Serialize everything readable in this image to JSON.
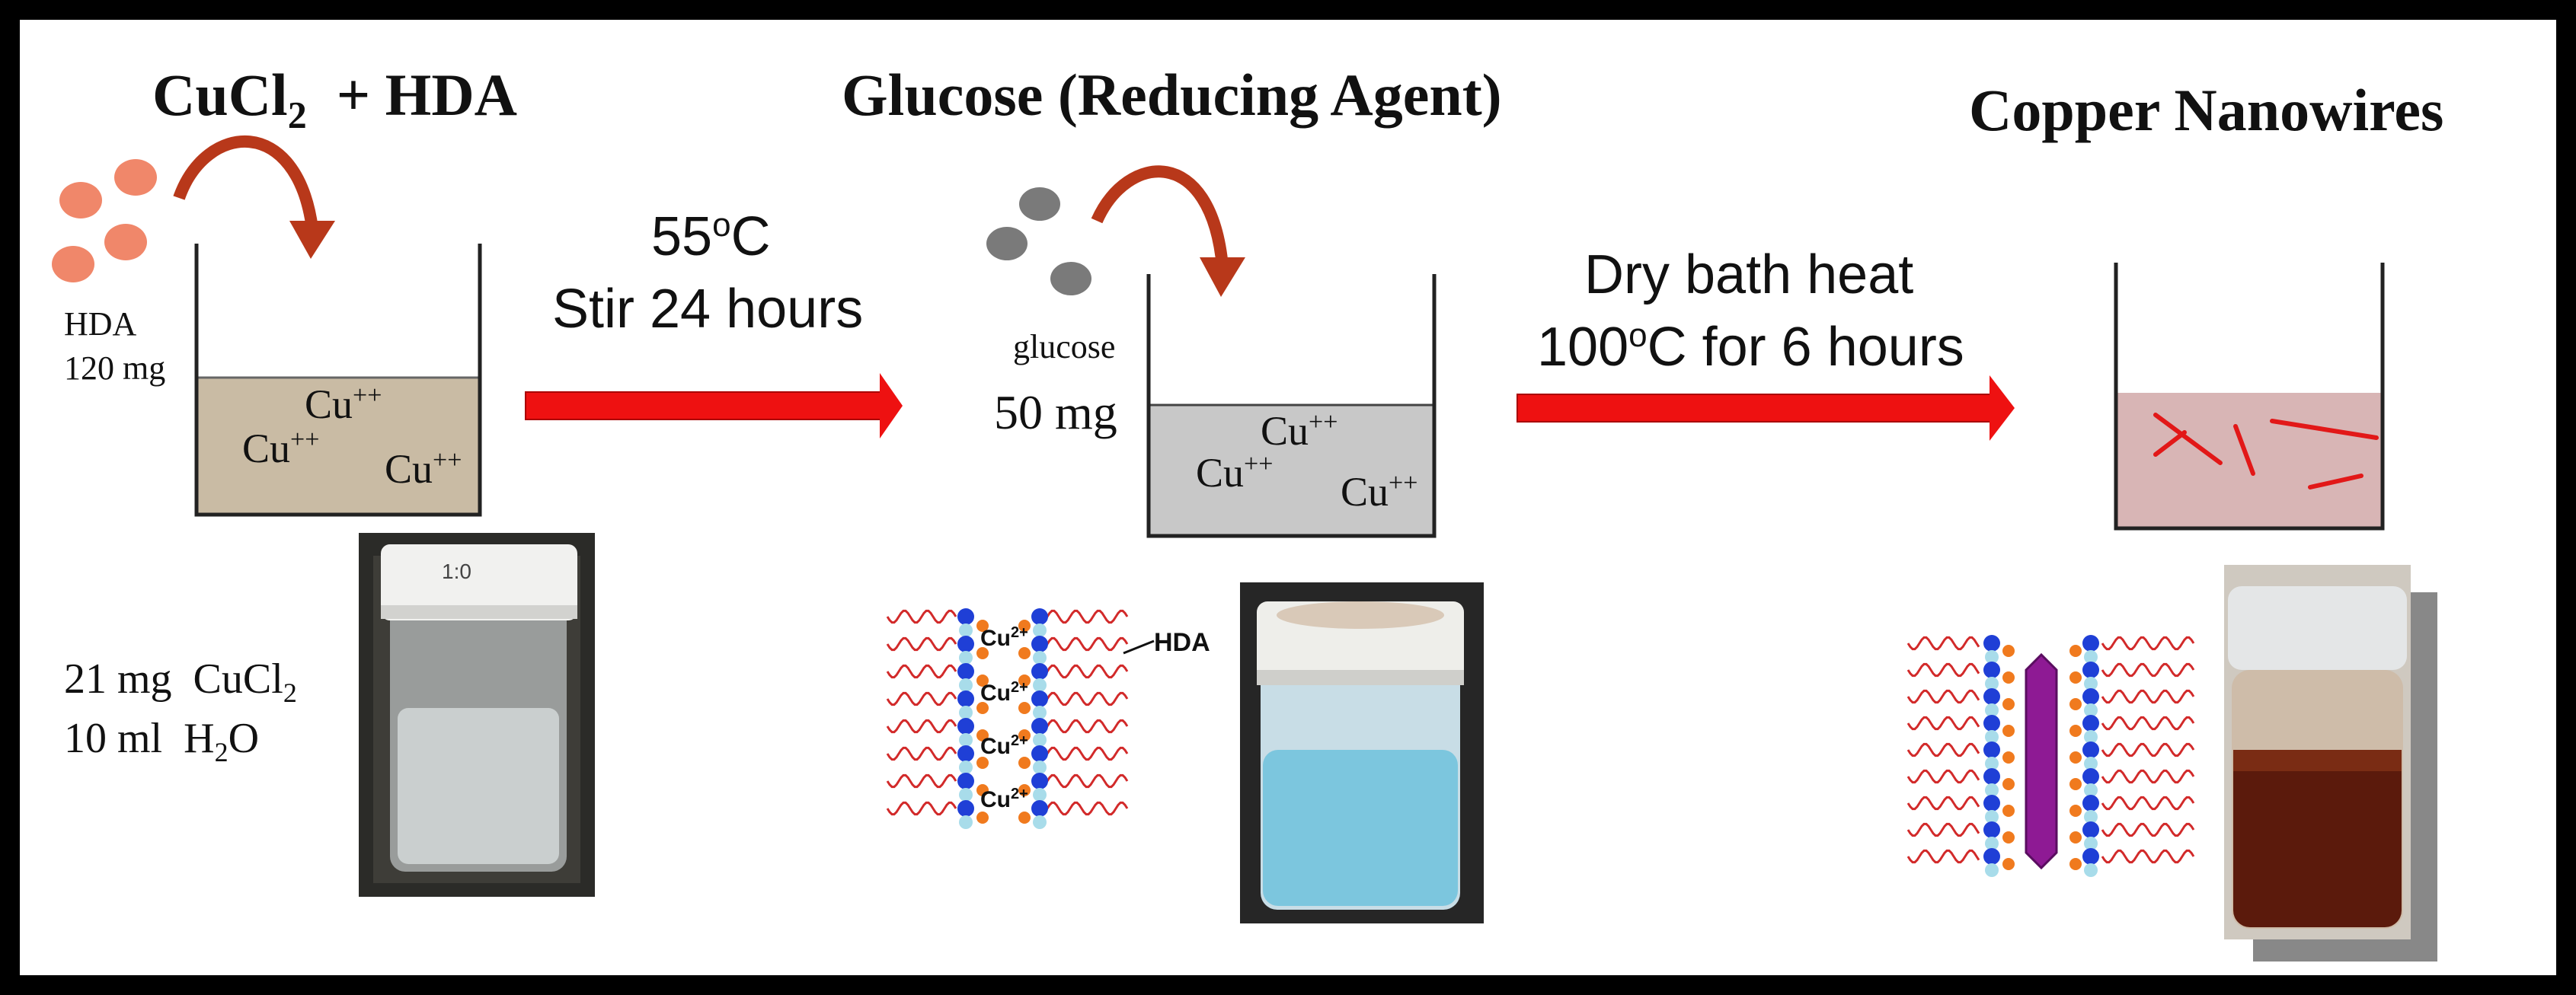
{
  "titles": {
    "step1_main": "CuCl",
    "step1_sub": "2",
    "step1_rest": "  + HDA",
    "step2": "Glucose (Reducing Agent)",
    "step3": "Copper Nanowires"
  },
  "step1": {
    "hda_label": "HDA",
    "hda_amount": "120 mg",
    "ion": "Cu",
    "ion_charge": "++",
    "line1": "21 mg  CuCl",
    "line1_sub": "2",
    "line2a": "10 ml  H",
    "line2_sub": "2",
    "line2b": "O"
  },
  "arrow1": {
    "temp_num": "55",
    "temp_sup": "o",
    "temp_unit": "C",
    "text2": "Stir 24 hours"
  },
  "step2": {
    "glucose_label": "glucose",
    "amount": "50 mg",
    "ion": "Cu",
    "ion_charge": "++",
    "diagram_ion": "Cu",
    "diagram_charge": "2+",
    "diagram_label": "HDA"
  },
  "arrow2": {
    "text1": "Dry bath heat",
    "temp_num": "100",
    "temp_sup": "o",
    "temp_unit": "C for 6 hours"
  },
  "colors": {
    "hda_pellet": "#f0876a",
    "glucose_pellet": "#7a7a7a",
    "curve_arrow": "#b8381a",
    "process_arrow": "#ee1111",
    "solution1": "#c9bba4",
    "solution2": "#c8c8c8",
    "solution3": "#d8b5b5",
    "nanowire": "#e21818"
  }
}
